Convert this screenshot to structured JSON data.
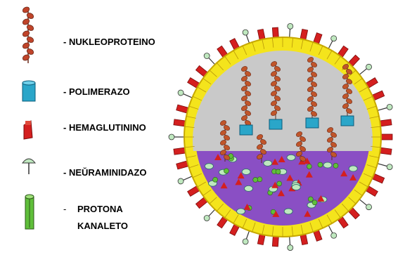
{
  "legend": {
    "items": [
      {
        "id": "nucleoprotein",
        "dash": "-",
        "label": "NUKLEOPROTEINO",
        "icon": "helix-strand-icon",
        "color": "#c0442a"
      },
      {
        "id": "polymerase",
        "dash": "-",
        "label": "POLIMERAZO",
        "icon": "blue-cylinder-icon",
        "color": "#2aa6c9"
      },
      {
        "id": "hemagglutinin",
        "dash": "-",
        "label": "HEMAGLUTININO",
        "icon": "red-spike-icon",
        "color": "#d41f1f"
      },
      {
        "id": "neuraminidase",
        "dash": "-",
        "label": "NEŬRAMINIDAZO",
        "icon": "mushroom-spike-icon",
        "color": "#8fd18f"
      },
      {
        "id": "proton-channel",
        "dash": "-",
        "label_line1": "PROTONA",
        "label_line2": "KANALETO",
        "icon": "green-channel-icon",
        "color": "#5fbf3a"
      }
    ]
  },
  "colors": {
    "envelope_yellow": "#f4e41c",
    "hemagglutinin_red": "#d41f1f",
    "interior_gray": "#c9c9c9",
    "lower_purple": "#8a4fc4",
    "polymerase_blue": "#2aa6c9",
    "nucleoprotein_orange": "#c0552a",
    "neuraminidase_green": "#bfe8bf"
  }
}
